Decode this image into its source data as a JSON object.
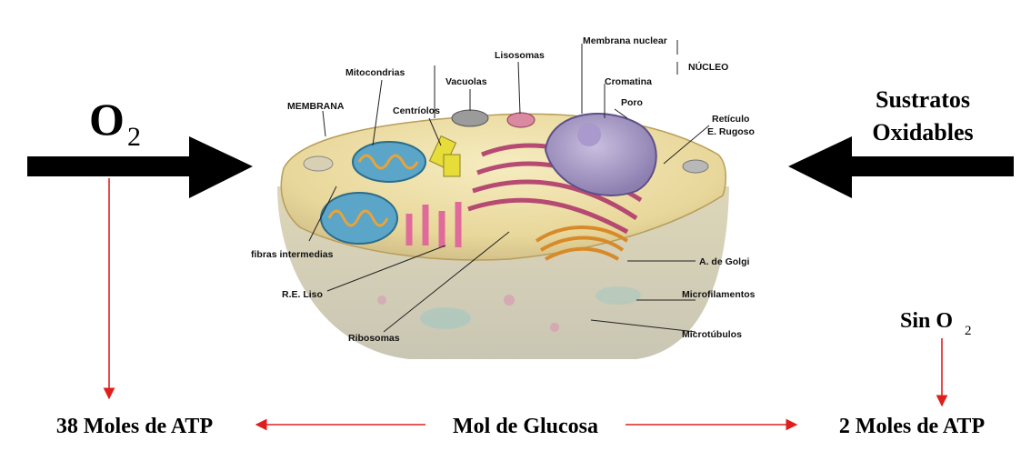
{
  "oxygen": {
    "base": "O",
    "sub": "2"
  },
  "substrates": {
    "line1": "Sustratos",
    "line2": "Oxidables"
  },
  "no_oxygen": {
    "text": "Sin O",
    "sub": "2"
  },
  "aerobic_yield": "38 Moles de ATP",
  "glucose": "Mol de Glucosa",
  "anaerobic_yield": "2 Moles de ATP",
  "cell_labels": {
    "membrana": "MEMBRANA",
    "mitocondrias": "Mitocondrias",
    "centriolos": "Centríolos",
    "vacuolas": "Vacuolas",
    "lisosomas": "Lisosomas",
    "membrana_nuclear": "Membrana nuclear",
    "nucleo": "NÚCLEO",
    "cromatina": "Cromatina",
    "poro": "Poro",
    "reticulo_1": "Retículo",
    "reticulo_2": "E. Rugoso",
    "fibras": "fibras intermedias",
    "re_liso": "R.E. Liso",
    "ribosomas": "Ribosomas",
    "golgi": "A. de Golgi",
    "microfilamentos": "Microfilamentos",
    "microtubulos": "Microtúbulos"
  },
  "colors": {
    "arrow_red": "#e01e1e",
    "arrow_black": "#000000"
  }
}
